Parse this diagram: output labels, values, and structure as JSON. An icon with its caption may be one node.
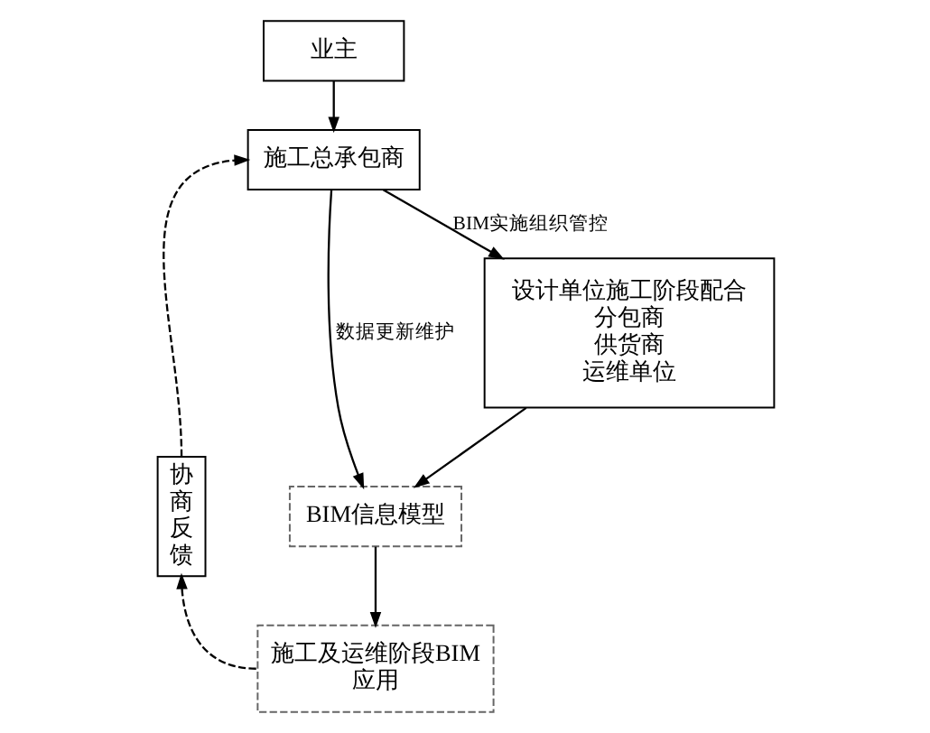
{
  "diagram": {
    "nodes": [
      {
        "text": [
          "业主"
        ]
      },
      {
        "text": [
          "施工总承包商"
        ]
      },
      {
        "text": [
          "BIM信息模型"
        ]
      },
      {
        "text": [
          "设计单位施工阶段配合",
          "分包商",
          "供货商",
          "运维单位"
        ]
      },
      {
        "text": [
          "施工及运维阶段BIM应用"
        ]
      },
      {
        "text": [
          "协商反馈"
        ]
      }
    ],
    "edges": [
      {
        "from": 0,
        "to": 1,
        "arrow": "to"
      },
      {
        "from": 1,
        "to": 3,
        "arrow": "to",
        "label": "BIM实施组织管控"
      },
      {
        "from": 1,
        "to": 2,
        "arrow": "to",
        "label": "数据更新维护"
      },
      {
        "from": 3,
        "to": 2,
        "arrow": "to"
      },
      {
        "from": 2,
        "to": 4,
        "arrow": "to"
      },
      {
        "from": 4,
        "to": 5,
        "arrow": "to",
        "style": "dashed"
      },
      {
        "from": 5,
        "to": 1,
        "arrow": "to",
        "style": "dashed"
      }
    ]
  }
}
